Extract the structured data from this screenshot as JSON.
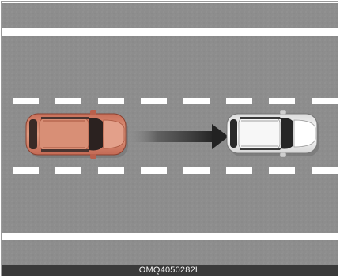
{
  "figure": {
    "image_code": "OMQ4050282L",
    "background_color": "#ffffff",
    "road_color": "#8d8d8d",
    "lane_marking_color": "#ffffff",
    "caption_bar_color": "#3a3a3a"
  },
  "vehicles": {
    "own_vehicle": {
      "body_color": "#d07a62",
      "heading": "right"
    },
    "preceding_vehicle": {
      "body_color": "#f3f3f3",
      "heading": "right"
    }
  },
  "arrow": {
    "color": "#222222",
    "direction": "right"
  }
}
